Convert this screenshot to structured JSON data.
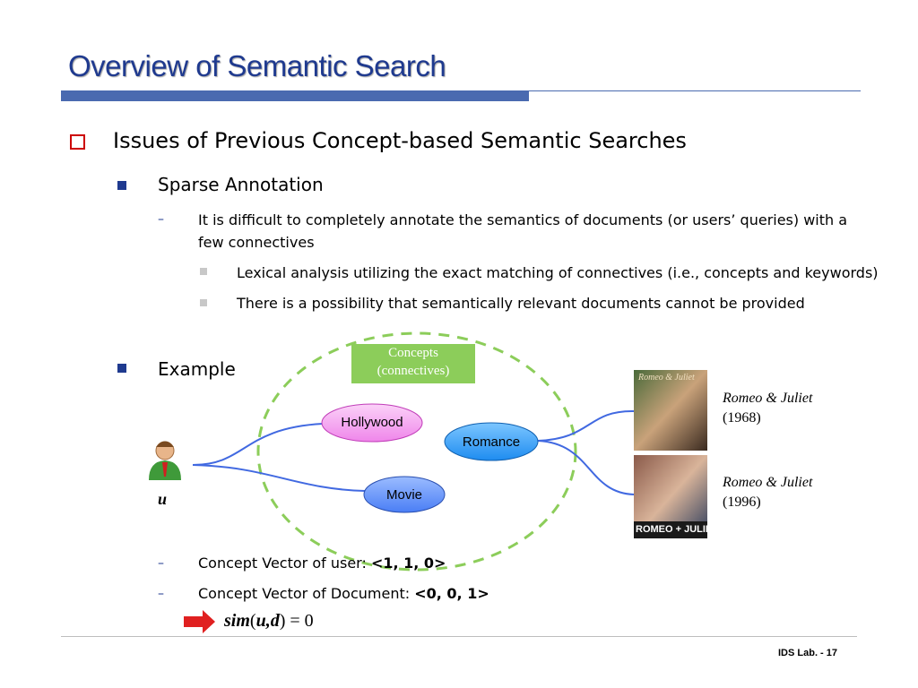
{
  "title": "Overview of Semantic Search",
  "heading1": "Issues of Previous Concept-based Semantic Searches",
  "sparse": {
    "label": "Sparse Annotation",
    "dash_marker": "–",
    "text_line1": "It is difficult to completely annotate the semantics of documents (or users’ queries) with a",
    "text_line2": "few connectives",
    "bullets": [
      "Lexical analysis utilizing the exact matching of connectives (i.e., concepts and keywords)",
      "There is a possibility that semantically relevant documents cannot be provided"
    ]
  },
  "example": {
    "label": "Example",
    "concepts_line1": "Concepts",
    "concepts_line2": "(connectives)",
    "nodes": {
      "hollywood": "Hollywood",
      "romance": "Romance",
      "movie": "Movie"
    },
    "user_label": "u",
    "movies": [
      {
        "title": "Romeo & Juliet",
        "year": "(1968)",
        "poster_text": "Romeo & Juliet"
      },
      {
        "title": "Romeo & Juliet",
        "year": "(1996)",
        "poster_text": "ROMEO + JULIET"
      }
    ]
  },
  "vectors": {
    "dash_marker": "–",
    "user_label": "Concept Vector of user:",
    "user_value": "<1, 1, 0>",
    "doc_label": "Concept Vector of Document:",
    "doc_value": "<0, 0, 1>"
  },
  "formula": {
    "sim": "sim",
    "args": "u,d",
    "rhs": "= 0"
  },
  "footer": "IDS Lab. - 17",
  "colors": {
    "title": "#1f3a8f",
    "accent_bar": "#4a6ab0",
    "concepts": "#8ccd5a",
    "hollywood": "#f5a3f0",
    "romance": "#3aa0ff",
    "movie": "#5b8fff",
    "arrow": "#e02020"
  }
}
